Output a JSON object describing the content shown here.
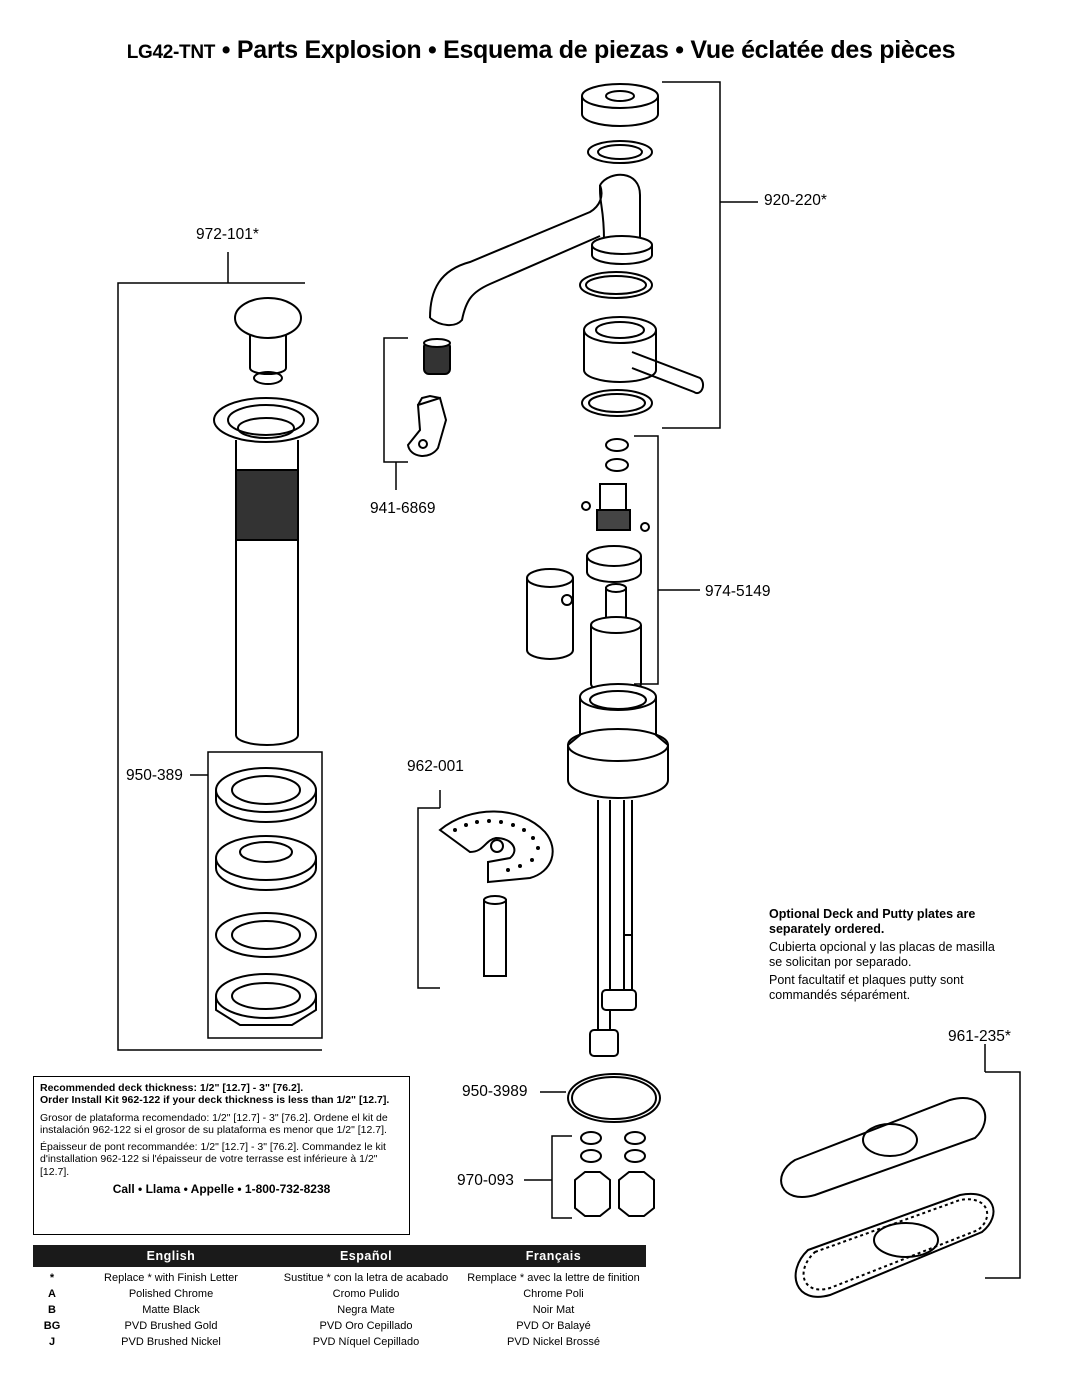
{
  "title": {
    "model": "LG42-TNT",
    "sep": "•",
    "en": "Parts Explosion",
    "es": "Esquema de piezas",
    "fr": "Vue éclatée des pièces"
  },
  "parts": {
    "p920_220": "920-220*",
    "p972_101": "972-101*",
    "p941_6869": "941-6869",
    "p974_5149": "974-5149",
    "p962_001": "962-001",
    "p950_389": "950-389",
    "p950_3989": "950-3989",
    "p970_093": "970-093",
    "p961_235": "961-235*"
  },
  "optional_note": {
    "en": "Optional Deck and Putty plates are separately ordered.",
    "es": "Cubierta opcional y las placas de masilla se solicitan por separado.",
    "fr": "Pont facultatif et plaques putty sont commandés séparément."
  },
  "deck_info": {
    "en_1": "Recommended deck thickness: 1/2\" [12.7] - 3\" [76.2].",
    "en_2": "Order Install Kit 962-122 if your deck thickness is less than 1/2\" [12.7].",
    "es": "Grosor de plataforma recomendado: 1/2\" [12.7] - 3\" [76.2]. Ordene el kit de instalación 962-122 si el grosor de su plataforma es menor que 1/2\" [12.7].",
    "fr": "Épaisseur de pont recommandée: 1/2\" [12.7] - 3\" [76.2]. Commandez le kit d'installation 962-122 si l'épaisseur de votre terrasse est inférieure à 1/2\" [12.7].",
    "call": "Call • Llama • Appelle • 1-800-732-8238"
  },
  "finish_legend": {
    "headers": [
      "English",
      "Español",
      "Français"
    ],
    "rows": [
      {
        "code": "*",
        "en": "Replace * with Finish Letter",
        "es": "Sustitue * con la letra de acabado",
        "fr": "Remplace * avec la lettre de finition"
      },
      {
        "code": "A",
        "en": "Polished Chrome",
        "es": "Cromo Pulido",
        "fr": "Chrome Poli"
      },
      {
        "code": "B",
        "en": "Matte Black",
        "es": "Negra Mate",
        "fr": "Noir Mat"
      },
      {
        "code": "BG",
        "en": "PVD Brushed Gold",
        "es": "PVD Oro Cepillado",
        "fr": "PVD Or Balayé"
      },
      {
        "code": "J",
        "en": "PVD Brushed Nickel",
        "es": "PVD Níquel Cepillado",
        "fr": "PVD Nickel Brossé"
      }
    ]
  }
}
